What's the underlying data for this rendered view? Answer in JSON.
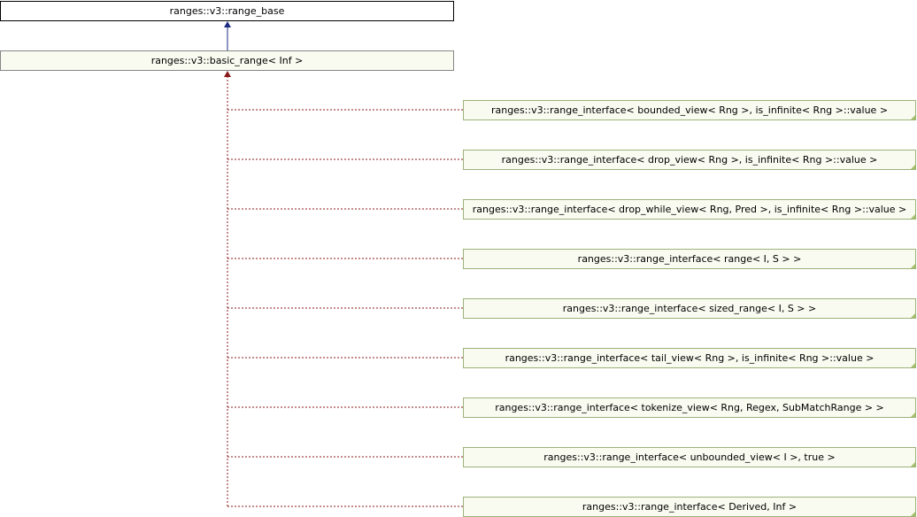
{
  "diagram": {
    "root": {
      "label": "ranges::v3::range_base"
    },
    "parent": {
      "label": "ranges::v3::basic_range< Inf >"
    },
    "children": [
      {
        "label": "ranges::v3::range_interface< bounded_view< Rng >, is_infinite< Rng >::value >"
      },
      {
        "label": "ranges::v3::range_interface< drop_view< Rng >, is_infinite< Rng >::value >"
      },
      {
        "label": "ranges::v3::range_interface< drop_while_view< Rng, Pred >, is_infinite< Rng >::value >"
      },
      {
        "label": "ranges::v3::range_interface< range< I, S > >"
      },
      {
        "label": "ranges::v3::range_interface< sized_range< I, S > >"
      },
      {
        "label": "ranges::v3::range_interface< tail_view< Rng >, is_infinite< Rng >::value >"
      },
      {
        "label": "ranges::v3::range_interface< tokenize_view< Rng, Regex, SubMatchRange > >"
      },
      {
        "label": "ranges::v3::range_interface< unbounded_view< I >, true >"
      },
      {
        "label": "ranges::v3::range_interface< Derived, Inf >"
      }
    ]
  },
  "colors": {
    "solid_edge": "#1a2c80",
    "dotted_edge": "#8b1a1a",
    "node_fill": "#f9fbf0",
    "node_border": "#868686"
  }
}
